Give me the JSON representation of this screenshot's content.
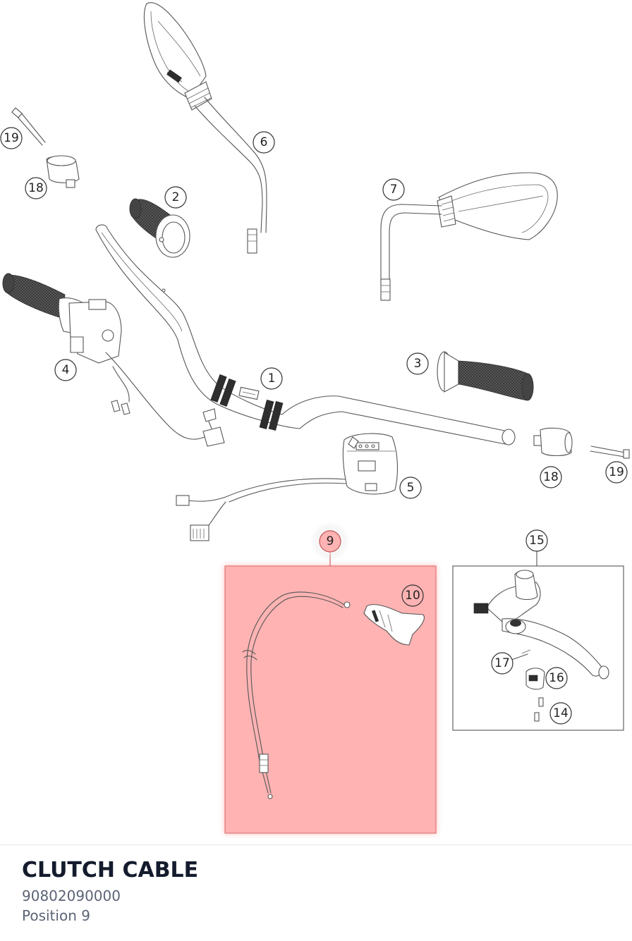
{
  "diagram": {
    "labels": [
      "19",
      "18",
      "2",
      "6",
      "7",
      "4",
      "1",
      "3",
      "18",
      "19",
      "5",
      "9",
      "10",
      "15",
      "17",
      "16",
      "14"
    ],
    "highlight_color": "#ffb3b3",
    "highlight_border": "#e07777"
  },
  "part": {
    "name": "CLUTCH CABLE",
    "number": "90802090000",
    "position": "Position 9"
  }
}
